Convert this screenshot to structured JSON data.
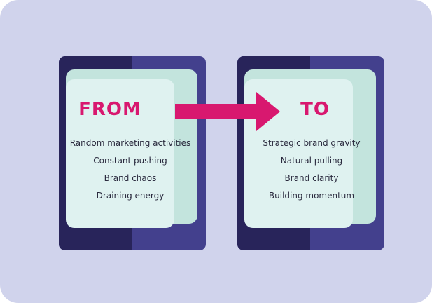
{
  "from": {
    "title": "FROM",
    "items": [
      "Random marketing activities",
      "Constant pushing",
      "Brand chaos",
      "Draining energy"
    ]
  },
  "to": {
    "title": "TO",
    "items": [
      "Strategic brand gravity",
      "Natural pulling",
      "Brand clarity",
      "Building momentum"
    ]
  },
  "arrow": {
    "icon": "right-arrow-icon",
    "color": "#d8186f"
  },
  "colors": {
    "background": "#d0d3ec",
    "card_dark": "#28245a",
    "card_light": "#43408d",
    "panel_back": "#c3e4dd",
    "panel_front": "#dff2f0",
    "accent": "#d8186f",
    "text": "#2a2a3e"
  }
}
